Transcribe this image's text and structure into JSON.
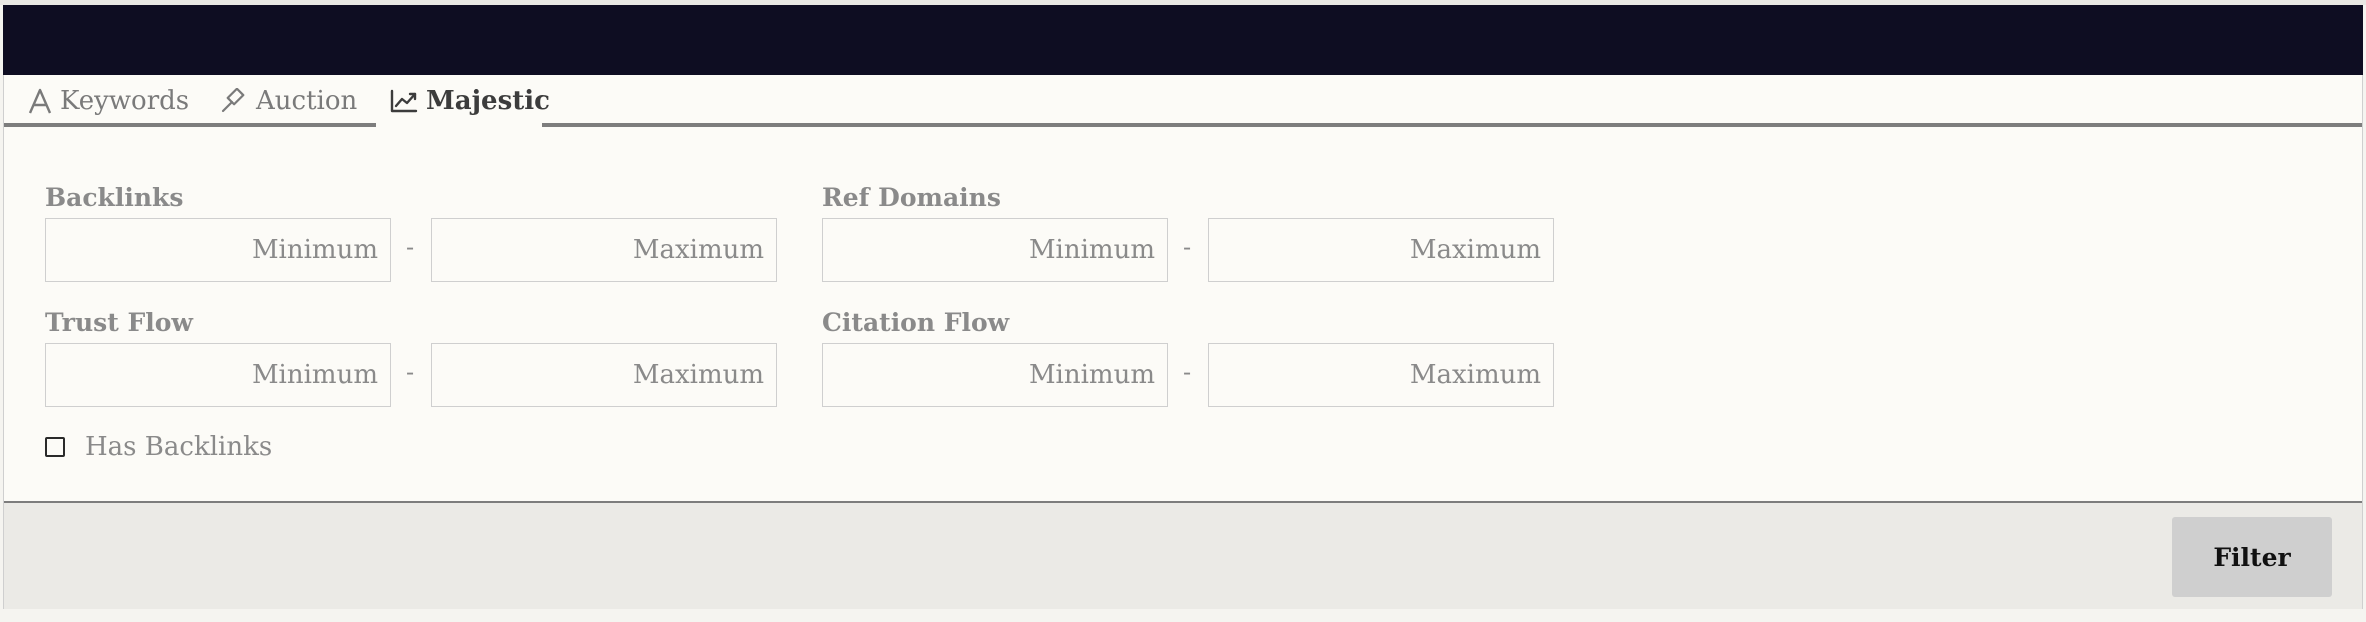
{
  "tabs": [
    {
      "label": "Keywords",
      "icon": "font-letter-a-icon",
      "active": false
    },
    {
      "label": "Auction",
      "icon": "gavel-icon",
      "active": false
    },
    {
      "label": "Majestic",
      "icon": "line-chart-icon",
      "active": true
    }
  ],
  "filters": {
    "backlinks": {
      "label": "Backlinks",
      "min_placeholder": "Minimum",
      "max_placeholder": "Maximum",
      "separator": "-"
    },
    "ref_domains": {
      "label": "Ref Domains",
      "min_placeholder": "Minimum",
      "max_placeholder": "Maximum",
      "separator": "-"
    },
    "trust_flow": {
      "label": "Trust Flow",
      "min_placeholder": "Minimum",
      "max_placeholder": "Maximum",
      "separator": "-"
    },
    "citation_flow": {
      "label": "Citation Flow",
      "min_placeholder": "Minimum",
      "max_placeholder": "Maximum",
      "separator": "-"
    }
  },
  "has_backlinks": {
    "label": "Has Backlinks",
    "checked": false
  },
  "footer": {
    "filter_label": "Filter"
  },
  "colors": {
    "header": "#0e0d22",
    "panel": "#fcfbf7",
    "footer": "#ebeae6",
    "button": "#cfcfcf"
  }
}
